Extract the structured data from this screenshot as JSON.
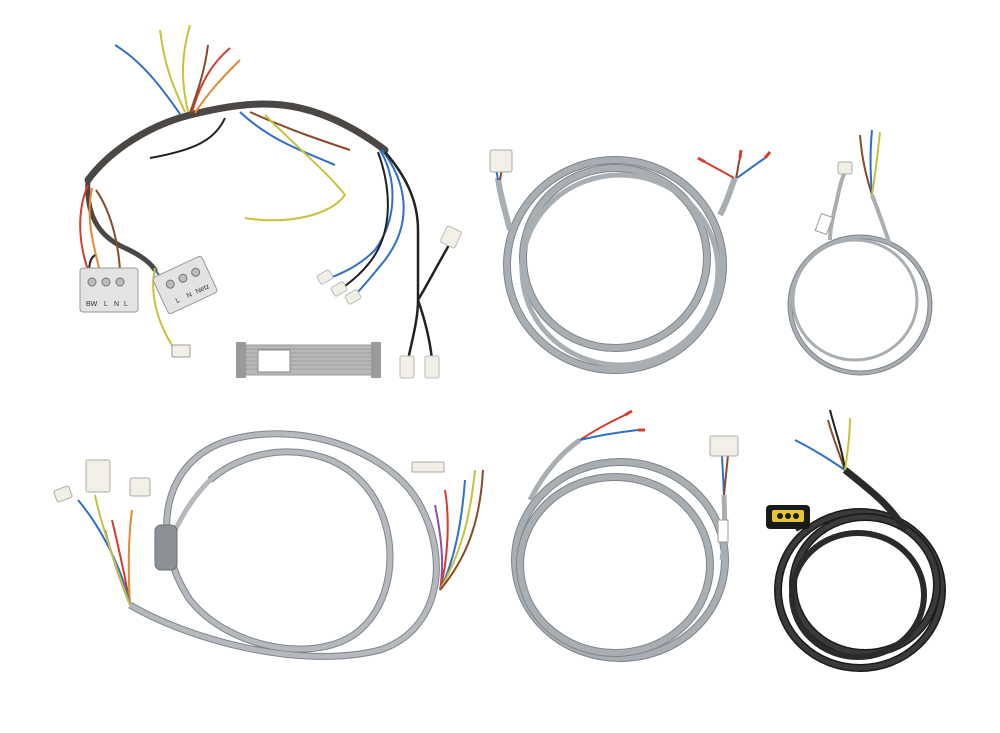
{
  "colors": {
    "background": "#ffffff",
    "grey_cable": "#a9aeb3",
    "grey_cable_edge": "#7f858b",
    "black_cable": "#2a2a2a",
    "harness_sleeve": "#4a4744",
    "wire_blue": "#2f6fc9",
    "wire_brown": "#8a4a2b",
    "wire_black": "#222222",
    "wire_yellow_green": "#c7c23a",
    "wire_red": "#d43c2d",
    "wire_orange": "#e5882f",
    "wire_violet": "#8b4fb3",
    "connector_white": "#f2efe6",
    "terminal_grey": "#d9d9d9",
    "ribbon_grey": "#b7b7b7"
  },
  "items": [
    {
      "name": "wiring-harness-with-terminal-blocks"
    },
    {
      "name": "flat-ribbon-cable"
    },
    {
      "name": "grey-cable-with-plug-and-ferrules"
    },
    {
      "name": "thin-grey-cable-with-mini-connector"
    },
    {
      "name": "long-grey-cable-with-multipin-connectors"
    },
    {
      "name": "grey-cable-with-connector-and-ferrules"
    },
    {
      "name": "black-power-cable-with-yellow-plug"
    }
  ],
  "labels": {
    "terminal_block_left": [
      "BW",
      "L",
      "N",
      "L"
    ],
    "terminal_block_right": [
      "L",
      "N",
      "Netz"
    ]
  }
}
